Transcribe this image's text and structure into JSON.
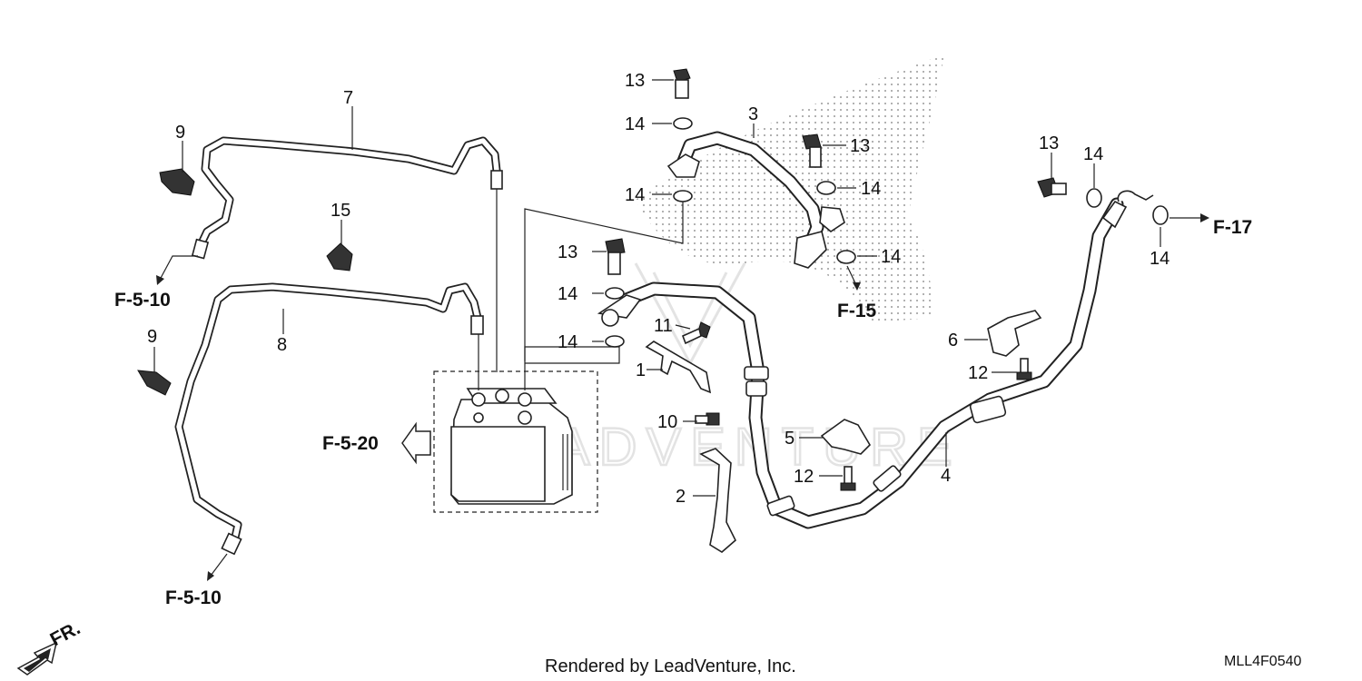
{
  "callouts": {
    "c1": "1",
    "c2": "2",
    "c3": "3",
    "c4": "4",
    "c5": "5",
    "c6": "6",
    "c7": "7",
    "c8": "8",
    "c9a": "9",
    "c9b": "9",
    "c10": "10",
    "c11": "11",
    "c12a": "12",
    "c12b": "12",
    "c13a": "13",
    "c13b": "13",
    "c13c": "13",
    "c13d": "13",
    "c14a": "14",
    "c14b": "14",
    "c14c": "14",
    "c14d": "14",
    "c14e": "14",
    "c14f": "14",
    "c14g": "14",
    "c14h": "14",
    "c15": "15"
  },
  "references": {
    "f510_top": "F-5-10",
    "f510_bottom": "F-5-10",
    "f520": "F-5-20",
    "f15": "F-15",
    "f17": "F-17"
  },
  "direction_label": "FR.",
  "watermark_text": "LEADVENTURE",
  "footer": {
    "rendered_by": "Rendered by LeadVenture, Inc.",
    "diagram_code": "MLL4F0540"
  },
  "colors": {
    "line": "#222222",
    "dot_pattern": "#9a9a9a",
    "watermark": "#e3e3e3"
  }
}
